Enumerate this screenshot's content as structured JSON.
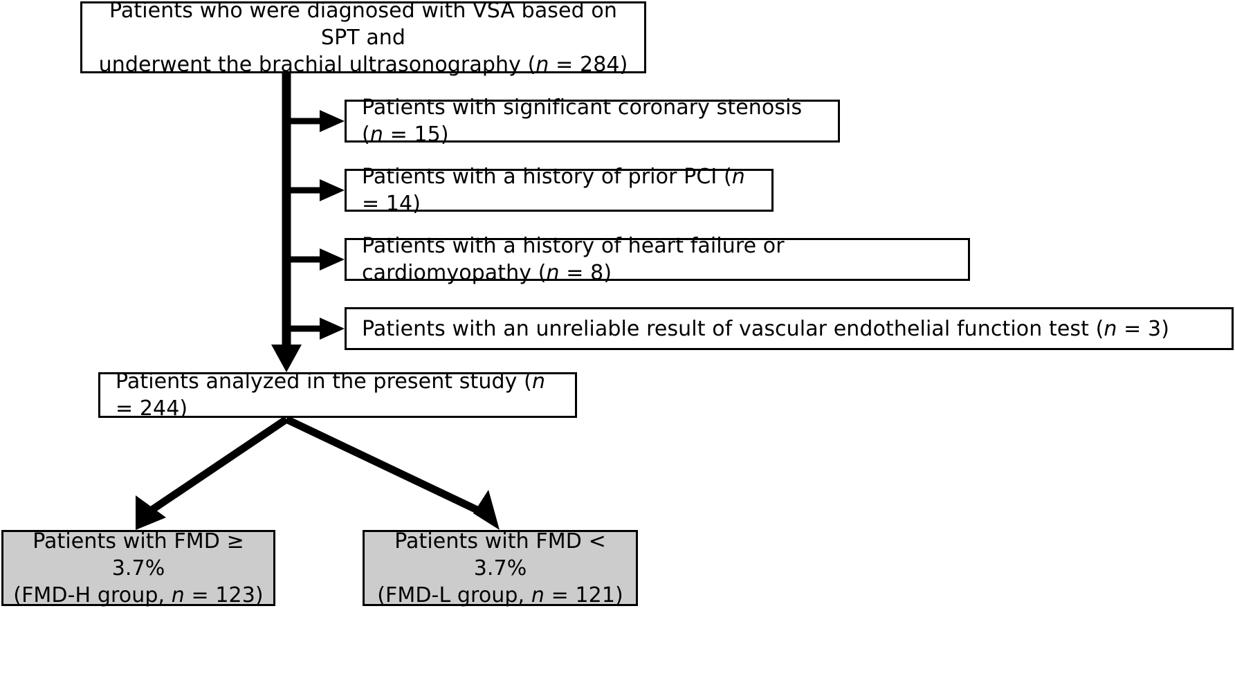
{
  "diagram": {
    "type": "flowchart",
    "title": "Study patient selection flow diagram",
    "background_color": "#ffffff",
    "line_color": "#000000",
    "shaded_box_color": "#cccccc",
    "nodes": {
      "top": {
        "line1": "Patients who were diagnosed with VSA based on SPT and",
        "line2_pre": "underwent the brachial ultrasonography (",
        "line2_italic": "n",
        "line2_post": " = 284)",
        "n": 284,
        "shaded": false
      },
      "exclusion_1": {
        "text_pre": "Patients with significant coronary stenosis (",
        "italic": "n",
        "text_post": " = 15)",
        "n": 15,
        "shaded": false
      },
      "exclusion_2": {
        "text_pre": "Patients with a history of prior PCI (",
        "italic": "n",
        "text_post": " = 14)",
        "n": 14,
        "shaded": false
      },
      "exclusion_3": {
        "text_pre": "Patients with a history of heart failure or cardiomyopathy (",
        "italic": "n",
        "text_post": " = 8)",
        "n": 8,
        "shaded": false
      },
      "exclusion_4": {
        "text_pre": "Patients with an unreliable result of vascular endothelial function test (",
        "italic": "n",
        "text_post": " = 3)",
        "n": 3,
        "shaded": false
      },
      "analyzed": {
        "text_pre": "Patients analyzed in the present study (",
        "italic": "n",
        "text_post": " = 244)",
        "n": 244,
        "shaded": false
      },
      "group_high": {
        "line1": "Patients with FMD ≥ 3.7%",
        "line2_pre": "(FMD-H group, ",
        "line2_italic": "n",
        "line2_post": " = 123)",
        "n": 123,
        "threshold": "3.7%",
        "shaded": true
      },
      "group_low": {
        "line1": "Patients with FMD < 3.7%",
        "line2_pre": "(FMD-L group, ",
        "line2_italic": "n",
        "line2_post": " = 121)",
        "n": 121,
        "threshold": "3.7%",
        "shaded": true
      }
    },
    "connectors": [
      {
        "name": "trunk-vertical",
        "from": "top",
        "to": "analyzed"
      },
      {
        "name": "branch-exclusion-1",
        "from": "trunk",
        "to": "exclusion_1"
      },
      {
        "name": "branch-exclusion-2",
        "from": "trunk",
        "to": "exclusion_2"
      },
      {
        "name": "branch-exclusion-3",
        "from": "trunk",
        "to": "exclusion_3"
      },
      {
        "name": "branch-exclusion-4",
        "from": "trunk",
        "to": "exclusion_4"
      },
      {
        "name": "split-left",
        "from": "analyzed",
        "to": "group_high"
      },
      {
        "name": "split-right",
        "from": "analyzed",
        "to": "group_low"
      }
    ]
  }
}
